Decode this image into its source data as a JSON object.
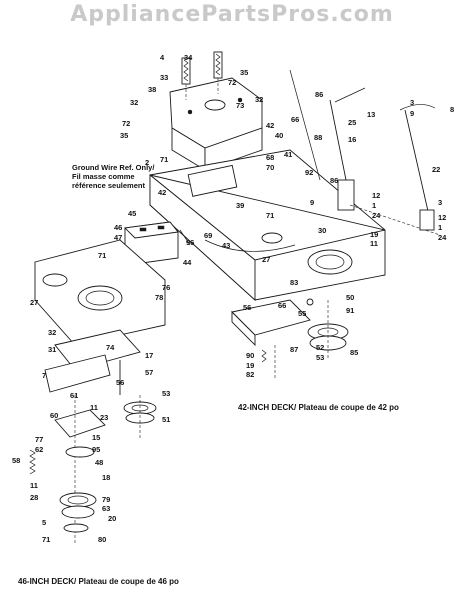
{
  "watermark": "AppliancePartsPros.com",
  "notes": {
    "ground_wire_line1": "Ground Wire Ref. Only/",
    "ground_wire_line2": "Fil masse comme",
    "ground_wire_line3": "référence seulement"
  },
  "captions": {
    "deck_42": "42-INCH DECK/ Plateau de coupe de 42 po",
    "deck_46": "46-INCH DECK/ Plateau de coupe de 46 po"
  },
  "callouts": [
    "4",
    "34",
    "33",
    "38",
    "32",
    "72",
    "35",
    "2",
    "71",
    "72",
    "35",
    "86",
    "32",
    "73",
    "42",
    "40",
    "66",
    "41",
    "68",
    "70",
    "88",
    "25",
    "13",
    "16",
    "3",
    "9",
    "8",
    "22",
    "92",
    "86",
    "9",
    "12",
    "1",
    "24",
    "19",
    "11",
    "3",
    "12",
    "1",
    "24",
    "42",
    "39",
    "71",
    "30",
    "45",
    "46",
    "47",
    "96",
    "69",
    "44",
    "43",
    "27",
    "83",
    "50",
    "91",
    "56",
    "66",
    "55",
    "52",
    "53",
    "85",
    "87",
    "90",
    "19",
    "82",
    "71",
    "76",
    "78",
    "27",
    "32",
    "31",
    "74",
    "17",
    "57",
    "56",
    "7",
    "61",
    "11",
    "60",
    "23",
    "15",
    "77",
    "62",
    "95",
    "48",
    "58",
    "18",
    "11",
    "28",
    "79",
    "63",
    "20",
    "5",
    "71",
    "80",
    "53",
    "51"
  ]
}
